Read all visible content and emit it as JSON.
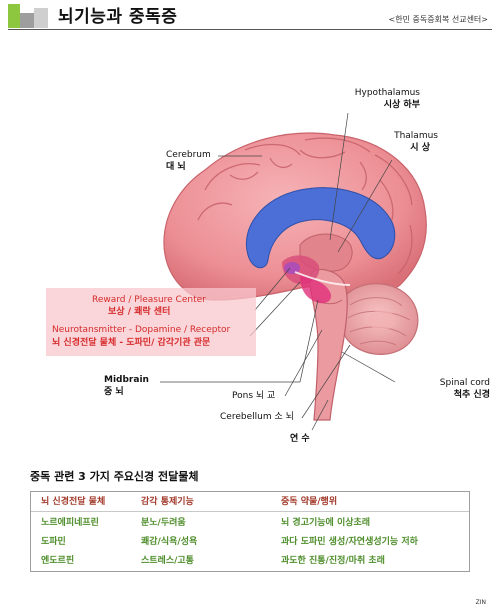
{
  "header": {
    "title": "뇌기능과 중독증",
    "subtitle": "<한민 중독증회복 선교센터>"
  },
  "labels": {
    "hypothalamus_en": "Hypothalamus",
    "hypothalamus_ko": "시상 하부",
    "thalamus_en": "Thalamus",
    "thalamus_ko": "시 상",
    "cerebrum_en": "Cerebrum",
    "cerebrum_ko": "대 뇌",
    "reward_en": "Reward / Pleasure Center",
    "reward_ko": "보상 / 쾌락 센터",
    "neuro_en": "Neurotansmitter - Dopamine / Receptor",
    "neuro_ko": "뇌 신경전달 물체 - 도파민/ 감각기관 관문",
    "midbrain_en": "Midbrain",
    "midbrain_ko": "중 뇌",
    "pons": "Pons 뇌 교",
    "cerebellum": "Cerebellum 소 뇌",
    "medulla": "연 수",
    "spinal_en": "Spinal cord",
    "spinal_ko": "척추 신경"
  },
  "section_title": "중독 관련  3 가지 주요신경 전달물체",
  "table": {
    "headers": [
      "뇌 신경전달 물체",
      "감각 통제기능",
      "중독 약물/행위"
    ],
    "rows": [
      [
        "노르에피네프린",
        "분노/두려움",
        "뇌 경고기능에 이상초래"
      ],
      [
        "도파민",
        "쾌감/식욕/성욕",
        "과다 도파민 생성/자연생성기능 저하"
      ],
      [
        "엔도르핀",
        "스트레스/고통",
        "과도한 진통/진정/마취 초래"
      ]
    ]
  },
  "footer": "ZIN",
  "colors": {
    "accent_green": "#8dc63f",
    "brain_pink": "#e98a8f",
    "ventricle_blue": "#4b6fd6",
    "highlight_red": "#d62b2b",
    "table_header": "#a23a2b",
    "table_body": "#4f8e2c"
  }
}
